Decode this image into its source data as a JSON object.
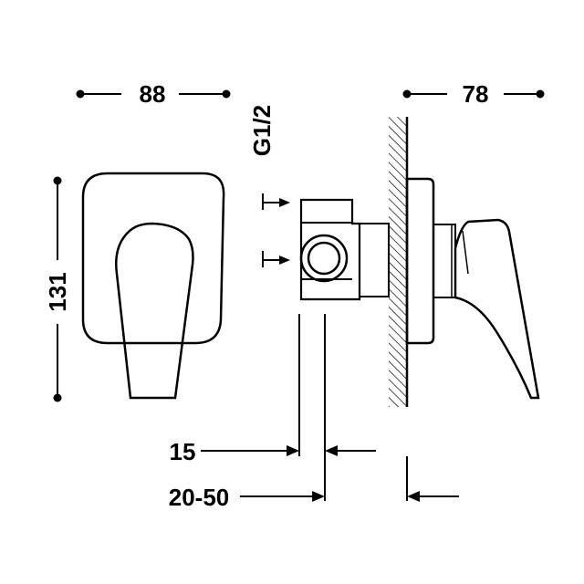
{
  "dimensions": {
    "width_front": "88",
    "depth": "78",
    "height": "131",
    "thread": "G1/2",
    "offset": "15",
    "wall_range": "20-50"
  },
  "colors": {
    "stroke": "#000000",
    "background": "#ffffff"
  }
}
